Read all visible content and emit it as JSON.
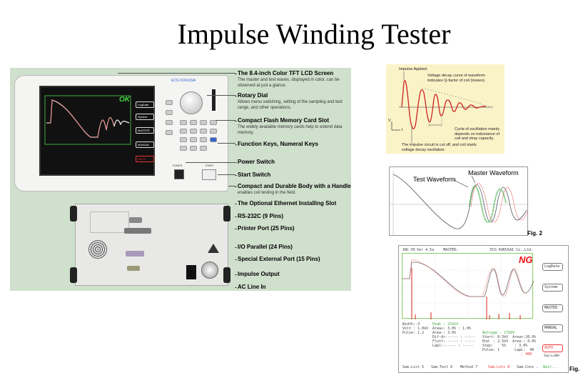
{
  "title": "Impulse Winding Tester",
  "callouts": [
    {
      "head": "The 8.4-inch Color TFT LCD Screen",
      "desc": "The master and test waves, displayed in color, can be observed at just a glance."
    },
    {
      "head": "Rotary Dial",
      "desc": "Allows menu switching, setting of the sampling and test range, and other operations."
    },
    {
      "head": "Compact Flash Memory Card Slot",
      "desc": "The widely available memory cards help to extend data memory."
    },
    {
      "head": "Function Keys, Numeral Keys",
      "desc": ""
    },
    {
      "head": "Power Switch",
      "desc": ""
    },
    {
      "head": "Start Switch",
      "desc": ""
    },
    {
      "head": "Compact and Durable Body with a Handle",
      "desc": "enables coil testing in the field."
    },
    {
      "head": "The Optional Ethernet Installing Slot",
      "desc": ""
    },
    {
      "head": "RS-232C (9 Pins)",
      "desc": ""
    },
    {
      "head": "Printer Port (25 Pins)",
      "desc": ""
    },
    {
      "head": "I/O Parallel (24 Pins)",
      "desc": ""
    },
    {
      "head": "Special External Port (15 Pins)",
      "desc": ""
    },
    {
      "head": "Impulse Output",
      "desc": ""
    },
    {
      "head": "AC Line In",
      "desc": ""
    }
  ],
  "device": {
    "brand": "ECG KOKUSAI",
    "result": "OK",
    "softkeys": [
      "LogData",
      "System",
      "MASTER",
      "MANUAL",
      "AUTO"
    ],
    "power_label": "POWER",
    "start_label": "START"
  },
  "fig1": {
    "impulse": "Impulse Applied.",
    "decay": "Voltage decay curve of waveform indicates Q-factor of coil (losses).",
    "cycle": "Cycle of oscillation mainly depends on inductance of coil and stray capacity.",
    "cutoff": "The impulse circuit is cut off, and coil starts voltage decay oscillation.",
    "v": "V",
    "t": "t"
  },
  "fig2": {
    "test": "Test Waveform",
    "master": "Master Waveform",
    "label": "Fig. 2"
  },
  "fig3": {
    "header": [
      "IWC-05",
      "Ver 4.5a",
      "MASTER:",
      "ECG KOKUSAI Co.,Ltd."
    ],
    "result": "NG",
    "softkeys": [
      "LogData",
      "System",
      "MASTER",
      "MANUAL",
      "AUTO"
    ],
    "impulse_note": "Impls=00H",
    "col1": [
      "Width:-3",
      "Volt : 1.0kV",
      "Pulse: 1.2"
    ],
    "col2": [
      "Peak : 2541V",
      "Area+: 3.0% : 1.0%",
      "Area-: 3.0%",
      "Dif-Ar------ : -----",
      "Flutt:------ : -----",
      "Lapl:------ : -----"
    ],
    "col3": [
      "Wattage : 1760V",
      "Start: 0.5kV  Area+:20.0%",
      "End  : 2.5kV  Area-: 0.0%",
      "Step:    5%    : 3.0%",
      "Pulse: 1       LapL:  40",
      "                  : 400"
    ],
    "bottom": [
      "Sam.List 5",
      "Sam.Test 6",
      "Method 7",
      "Sam.Lots 8",
      "Sam.Conv ."
    ],
    "status": "Wait...",
    "label": "Fig."
  }
}
